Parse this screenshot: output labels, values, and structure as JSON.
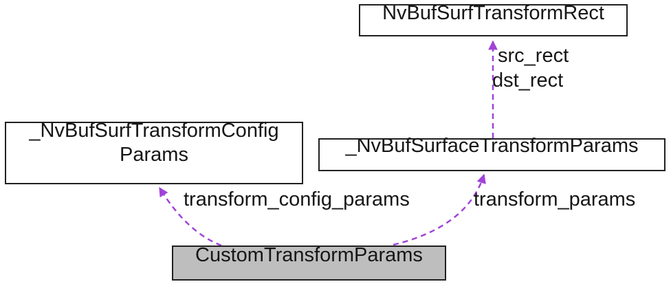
{
  "diagram": {
    "type": "collaboration-diagram",
    "accent_color": "#A143D9",
    "highlight_fill": "#BEBEBE",
    "nodes": {
      "rect": {
        "label": "NvBufSurfTransformRect"
      },
      "config": {
        "label_line1": "_NvBufSurfTransformConfig",
        "label_line2": "Params"
      },
      "surface": {
        "label": "_NvBufSurfaceTransformParams"
      },
      "custom": {
        "label": "CustomTransformParams"
      }
    },
    "edges": {
      "rect_fields": {
        "label_line1": "src_rect",
        "label_line2": "dst_rect"
      },
      "config_field": {
        "label": "transform_config_params"
      },
      "surface_field": {
        "label": "transform_params"
      }
    }
  }
}
